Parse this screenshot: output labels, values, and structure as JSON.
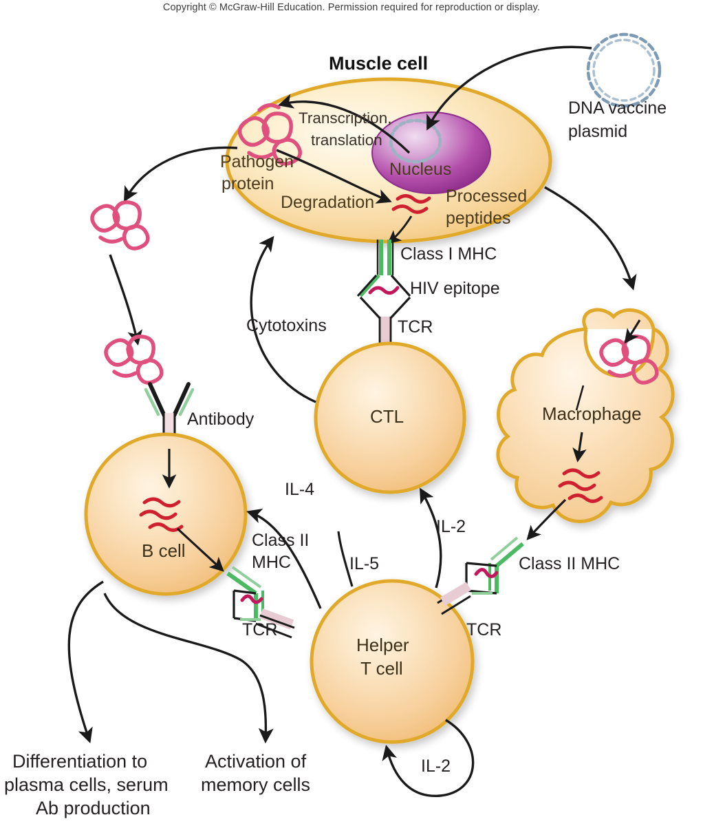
{
  "page": {
    "copyright": "Copyright © McGraw-Hill Education. Permission required for reproduction or display."
  },
  "diagram": {
    "title": "DNA vaccine immune response pathway",
    "colors": {
      "cell_fill_light": "#fdf0c8",
      "cell_fill_mid": "#f9d9a0",
      "cell_rim": "#e0a92b",
      "nucleus_purple": "#a8379a",
      "nucleus_light": "#e6c7e6",
      "plasmid_blue": "#8aa5bd",
      "antigen_pink": "#e0507e",
      "peptide_red": "#cf2030",
      "mhc_green": "#4cb963",
      "tcr_pink": "#e8ccd4",
      "arrow_black": "#1a1a1a"
    },
    "structures": {
      "muscle_cell": "Muscle cell",
      "nucleus": "Nucleus",
      "plasmid": "DNA vaccine\nplasmid",
      "plasmid_line1": "DNA vaccine",
      "plasmid_line2": "plasmid",
      "pathogen_protein_line1": "Pathogen",
      "pathogen_protein_line2": "protein",
      "transcription_line1": "Transcription,",
      "transcription_line2": "translation",
      "degradation": "Degradation",
      "processed_peptides_line1": "Processed",
      "processed_peptides_line2": "peptides",
      "class_i_mhc": "Class I MHC",
      "hiv_epitope": "HIV epitope",
      "tcr": "TCR",
      "cytotoxins": "Cytotoxins",
      "ctl": "CTL",
      "antibody": "Antibody",
      "b_cell": "B cell",
      "class_ii_mhc_line1": "Class II",
      "class_ii_mhc_line2": "MHC",
      "class_ii_mhc_full": "Class II MHC",
      "helper_t_cell_line1": "Helper",
      "helper_t_cell_line2": "T cell",
      "macrophage": "Macrophage"
    },
    "cytokines": {
      "il4": "IL-4",
      "il5": "IL-5",
      "il2_to_ctl": "IL-2",
      "il2_autocrine": "IL-2"
    },
    "outcomes": {
      "left_line1": "Differentiation to",
      "left_line2": "plasma cells, serum",
      "left_line3": "Ab production",
      "right_line1": "Activation of",
      "right_line2": "memory cells"
    }
  }
}
